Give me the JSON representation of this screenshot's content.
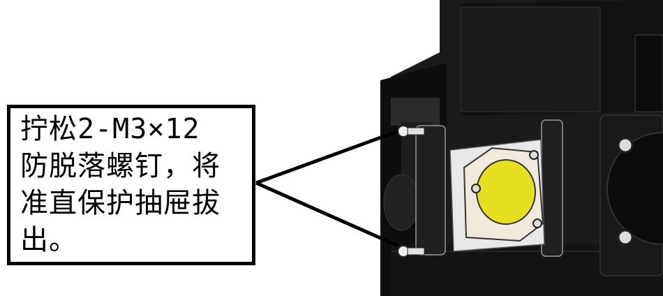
{
  "callout": {
    "lines": [
      "拧松2-M3×12",
      "防脱落螺钉，将",
      "准直保护抽屉拔",
      "出。"
    ]
  },
  "colors": {
    "lens": "#e6df1f",
    "frame": "#f2e9dd",
    "metal": "#151515",
    "border": "#000000"
  }
}
